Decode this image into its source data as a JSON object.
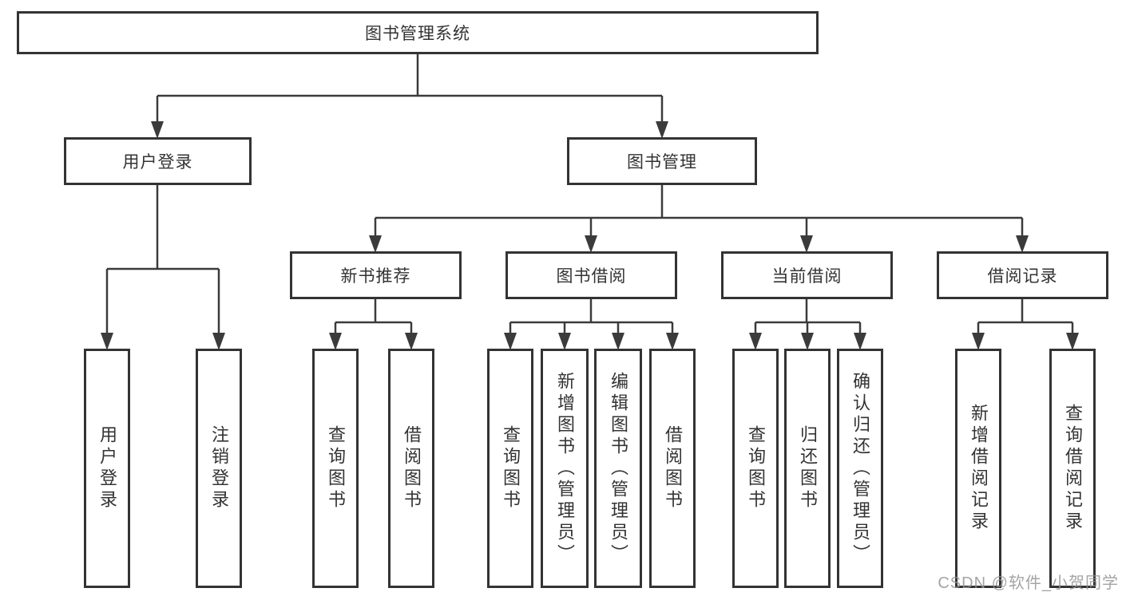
{
  "diagram": {
    "root": {
      "label": "图书管理系统"
    },
    "level2": [
      {
        "label": "用户登录"
      },
      {
        "label": "图书管理"
      }
    ],
    "level3": [
      {
        "label": "新书推荐"
      },
      {
        "label": "图书借阅"
      },
      {
        "label": "当前借阅"
      },
      {
        "label": "借阅记录"
      }
    ],
    "leaves": {
      "user_login": [
        {
          "label": "用户登录"
        },
        {
          "label": "注销登录"
        }
      ],
      "new_books": [
        {
          "label": "查询图书"
        },
        {
          "label": "借阅图书"
        }
      ],
      "book_borrow": [
        {
          "label": "查询图书"
        },
        {
          "label": "新增图书（管理员）"
        },
        {
          "label": "编辑图书（管理员）"
        },
        {
          "label": "借阅图书"
        }
      ],
      "current_borrow": [
        {
          "label": "查询图书"
        },
        {
          "label": "归还图书"
        },
        {
          "label": "确认归还（管理员）"
        }
      ],
      "borrow_records": [
        {
          "label": "新增借阅记录"
        },
        {
          "label": "查询借阅记录"
        }
      ]
    },
    "colors": {
      "border": "#333333",
      "line": "#3b3b3b",
      "text": "#333333",
      "watermark": "#949496"
    },
    "watermark": "CSDN @软件_小贺同学"
  }
}
